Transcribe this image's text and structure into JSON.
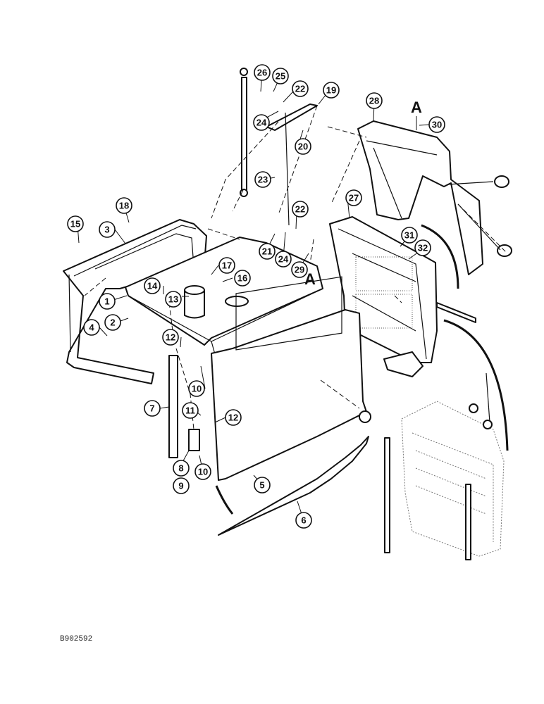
{
  "diagram": {
    "section_marker_top": "A",
    "section_marker_mid": "A",
    "drawing_number": "B902592",
    "callouts": [
      {
        "id": "c1",
        "label": "1"
      },
      {
        "id": "c2",
        "label": "2"
      },
      {
        "id": "c3",
        "label": "3"
      },
      {
        "id": "c4",
        "label": "4"
      },
      {
        "id": "c5",
        "label": "5"
      },
      {
        "id": "c6",
        "label": "6"
      },
      {
        "id": "c7",
        "label": "7"
      },
      {
        "id": "c8",
        "label": "8"
      },
      {
        "id": "c9",
        "label": "9"
      },
      {
        "id": "c10a",
        "label": "10"
      },
      {
        "id": "c10b",
        "label": "10"
      },
      {
        "id": "c11",
        "label": "11"
      },
      {
        "id": "c12a",
        "label": "12"
      },
      {
        "id": "c12b",
        "label": "12"
      },
      {
        "id": "c13",
        "label": "13"
      },
      {
        "id": "c14",
        "label": "14"
      },
      {
        "id": "c15",
        "label": "15"
      },
      {
        "id": "c16",
        "label": "16"
      },
      {
        "id": "c17",
        "label": "17"
      },
      {
        "id": "c18",
        "label": "18"
      },
      {
        "id": "c19",
        "label": "19"
      },
      {
        "id": "c20",
        "label": "20"
      },
      {
        "id": "c21",
        "label": "21"
      },
      {
        "id": "c22a",
        "label": "22"
      },
      {
        "id": "c22b",
        "label": "22"
      },
      {
        "id": "c23",
        "label": "23"
      },
      {
        "id": "c24a",
        "label": "24"
      },
      {
        "id": "c24b",
        "label": "24"
      },
      {
        "id": "c25",
        "label": "25"
      },
      {
        "id": "c26",
        "label": "26"
      },
      {
        "id": "c27",
        "label": "27"
      },
      {
        "id": "c28",
        "label": "28"
      },
      {
        "id": "c29",
        "label": "29"
      },
      {
        "id": "c30",
        "label": "30"
      },
      {
        "id": "c31",
        "label": "31"
      },
      {
        "id": "c32",
        "label": "32"
      }
    ]
  }
}
